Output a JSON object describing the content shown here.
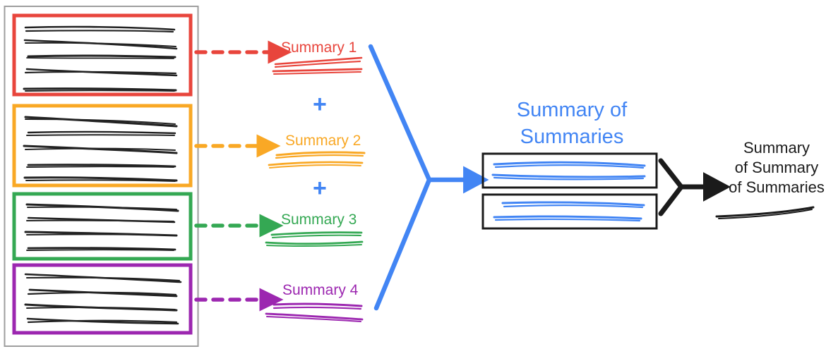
{
  "diagram": {
    "title_semantic": "hierarchical-summarization-flow",
    "colors": {
      "red": "#E8453C",
      "orange": "#F9A825",
      "green": "#34A853",
      "purple": "#9C27B0",
      "blue": "#4285F4",
      "black": "#1B1B1B",
      "container_gray": "#9E9E9E"
    },
    "source_container": {
      "name": "source-document-container",
      "chunks": [
        {
          "id": "chunk-1",
          "color": "#E8453C",
          "line_count": 5
        },
        {
          "id": "chunk-2",
          "color": "#F9A825",
          "line_count": 5
        },
        {
          "id": "chunk-3",
          "color": "#34A853",
          "line_count": 4
        },
        {
          "id": "chunk-4",
          "color": "#9C27B0",
          "line_count": 4
        }
      ]
    },
    "summaries": [
      {
        "id": "summary-1",
        "label": "Summary 1",
        "color": "#E8453C",
        "arrow": "dashed-arrow-right",
        "line_count": 3
      },
      {
        "id": "summary-2",
        "label": "Summary 2",
        "color": "#F9A825",
        "arrow": "dashed-arrow-right",
        "line_count": 3
      },
      {
        "id": "summary-3",
        "label": "Summary 3",
        "color": "#34A853",
        "arrow": "dashed-arrow-right",
        "line_count": 3
      },
      {
        "id": "summary-4",
        "label": "Summary 4",
        "color": "#9C27B0",
        "arrow": "dashed-arrow-right",
        "line_count": 3
      }
    ],
    "operators": [
      {
        "id": "plus-1",
        "symbol": "+",
        "color": "#4285F4"
      },
      {
        "id": "plus-2",
        "symbol": "+",
        "color": "#4285F4"
      },
      {
        "id": "plus-3",
        "symbol": "+",
        "color": "#4285F4"
      }
    ],
    "merge_funnel": {
      "name": "blue-merge-funnel-arrow",
      "color": "#4285F4"
    },
    "summary_of_summaries": {
      "title": "Summary of\nSummaries",
      "color": "#4285F4",
      "boxes": [
        {
          "id": "sos-box-1",
          "line_count": 3
        },
        {
          "id": "sos-box-2",
          "line_count": 3
        }
      ]
    },
    "final_merge": {
      "name": "black-merge-arrow",
      "color": "#1B1B1B"
    },
    "final_output": {
      "title": "Summary\nof Summary\nof Summaries",
      "color": "#1B1B1B",
      "line_count": 1
    }
  }
}
